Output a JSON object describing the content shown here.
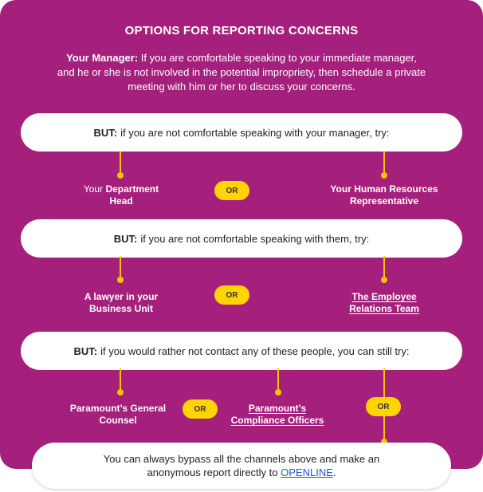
{
  "title": "OPTIONS FOR REPORTING CONCERNS",
  "intro": {
    "lead": "Your Manager:",
    "line1": "If you are comfortable speaking to your immediate manager,",
    "line2": "and he or she is not involved in the potential impropriety, then schedule a private",
    "line3": "meeting with him or her to discuss your concerns."
  },
  "pills": [
    {
      "lead": "BUT:",
      "text": "if you are not comfortable speaking with your manager, try:"
    },
    {
      "lead": "BUT:",
      "text": "if you are not comfortable speaking with them, try:"
    },
    {
      "lead": "BUT:",
      "text": "if you would rather not contact any of these people, you can still try:"
    }
  ],
  "tier1": {
    "left_pre": "Your",
    "left_bold": "Department",
    "left_line2": "Head",
    "right_line1": "Your Human Resources",
    "right_line2": "Representative"
  },
  "tier2": {
    "left_line1": "A lawyer in your",
    "left_line2": "Business Unit",
    "right_line1": "The Employee",
    "right_line2": "Relations Team"
  },
  "tier3": {
    "left_line1": "Paramount’s General",
    "left_line2": "Counsel",
    "mid_line1": "Paramount’s",
    "mid_line2": "Compliance Officers"
  },
  "or_label": "OR",
  "bottom": {
    "line1": "You can always bypass all the channels above and make an",
    "line2_pre": "anonymous report directly to",
    "link": "OPENLINE",
    "line2_post": "."
  },
  "colors": {
    "panel": "#a5207d",
    "accent": "#f5c400",
    "or_badge": "#ffd400",
    "link": "#1a56db"
  }
}
